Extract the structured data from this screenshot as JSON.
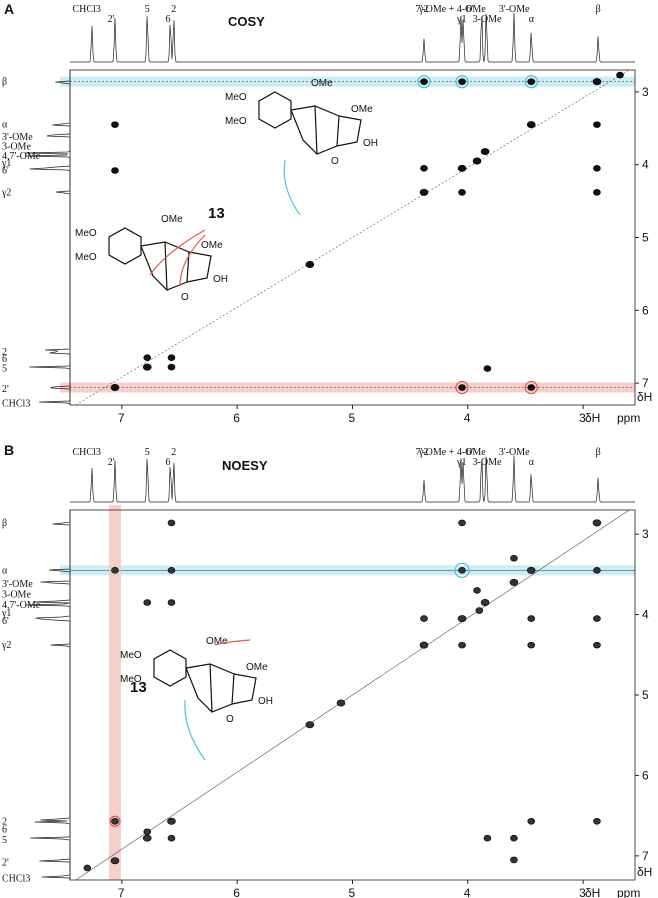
{
  "panels": [
    {
      "id": "A",
      "label": "A",
      "title": "COSY",
      "compound": "13",
      "x_unit": "ppm",
      "axis_symbol": "δH",
      "x_ticks": [
        "7",
        "6",
        "5",
        "4",
        "3"
      ],
      "y_ticks": [
        "3",
        "4",
        "5",
        "6",
        "7"
      ],
      "top_labels": [
        "CHCl3",
        "2'",
        "5",
        "6",
        "2",
        "7'-OMe + 4-OMe",
        "γ2",
        "γ1",
        "6'",
        "3-OMe",
        "3'-OMe",
        "α",
        "β"
      ],
      "left_labels": [
        "β",
        "α",
        "3'-OMe",
        "3-OMe",
        "4,7'-OMe",
        "γ1",
        "6'",
        "γ2",
        "2",
        "6",
        "5",
        "2'",
        "CHCl3"
      ]
    },
    {
      "id": "B",
      "label": "B",
      "title": "NOESY",
      "compound": "13",
      "x_unit": "ppm",
      "axis_symbol": "δH",
      "x_ticks": [
        "7",
        "6",
        "5",
        "4",
        "3"
      ],
      "y_ticks": [
        "3",
        "4",
        "5",
        "6",
        "7"
      ],
      "top_labels": [
        "CHCl3",
        "2'",
        "5",
        "6",
        "2",
        "7'-OMe + 4-OMe",
        "γ2",
        "γ1",
        "6'",
        "3-OMe",
        "3'-OMe",
        "α",
        "β"
      ],
      "left_labels": [
        "β",
        "α",
        "3'-OMe",
        "3-OMe",
        "4,7'-OMe",
        "γ1",
        "6'",
        "γ2",
        "2",
        "6",
        "5",
        "2'",
        "CHCl3"
      ]
    }
  ],
  "colors": {
    "cyan": "#4fc3d9",
    "red": "#e05a4f",
    "cyan_band": "#bfe9f1",
    "red_band": "#f6c3bd"
  },
  "chart_data": [
    {
      "type": "scatter",
      "title": "COSY",
      "xlabel": "δH ppm",
      "ylabel": "δH",
      "xlim": [
        7.45,
        2.55
      ],
      "ylim": [
        2.7,
        7.3
      ],
      "x_axis": "reversed",
      "cross_peaks": [
        {
          "x": 7.06,
          "y": 3.45
        },
        {
          "x": 7.06,
          "y": 4.08
        },
        {
          "x": 7.06,
          "y": 7.06
        },
        {
          "x": 6.78,
          "y": 6.65
        },
        {
          "x": 6.78,
          "y": 6.78
        },
        {
          "x": 6.57,
          "y": 6.65
        },
        {
          "x": 6.57,
          "y": 6.78
        },
        {
          "x": 5.37,
          "y": 5.37
        },
        {
          "x": 4.38,
          "y": 2.86
        },
        {
          "x": 4.38,
          "y": 4.05
        },
        {
          "x": 4.38,
          "y": 4.38
        },
        {
          "x": 4.05,
          "y": 2.86
        },
        {
          "x": 4.05,
          "y": 4.05
        },
        {
          "x": 4.05,
          "y": 4.38
        },
        {
          "x": 4.05,
          "y": 7.06
        },
        {
          "x": 3.92,
          "y": 3.95
        },
        {
          "x": 3.85,
          "y": 3.82
        },
        {
          "x": 3.83,
          "y": 6.8
        },
        {
          "x": 3.45,
          "y": 2.86
        },
        {
          "x": 3.45,
          "y": 3.45
        },
        {
          "x": 3.45,
          "y": 7.06
        },
        {
          "x": 2.88,
          "y": 2.86
        },
        {
          "x": 2.88,
          "y": 3.45
        },
        {
          "x": 2.88,
          "y": 4.05
        },
        {
          "x": 2.88,
          "y": 4.38
        },
        {
          "x": 2.68,
          "y": 2.77
        }
      ],
      "highlight_rows": [
        2.86,
        7.06
      ],
      "grid": false
    },
    {
      "type": "scatter",
      "title": "NOESY",
      "xlabel": "δH ppm",
      "ylabel": "δH",
      "xlim": [
        7.45,
        2.55
      ],
      "ylim": [
        2.7,
        7.3
      ],
      "x_axis": "reversed",
      "cross_peaks": [
        {
          "x": 7.06,
          "y": 3.45
        },
        {
          "x": 7.06,
          "y": 6.57
        },
        {
          "x": 7.06,
          "y": 7.06
        },
        {
          "x": 7.3,
          "y": 7.15
        },
        {
          "x": 6.78,
          "y": 3.85
        },
        {
          "x": 6.78,
          "y": 6.7
        },
        {
          "x": 6.78,
          "y": 6.78
        },
        {
          "x": 6.57,
          "y": 2.86
        },
        {
          "x": 6.57,
          "y": 3.45
        },
        {
          "x": 6.57,
          "y": 3.85
        },
        {
          "x": 6.57,
          "y": 6.57
        },
        {
          "x": 6.57,
          "y": 6.78
        },
        {
          "x": 5.37,
          "y": 5.37
        },
        {
          "x": 5.1,
          "y": 5.1
        },
        {
          "x": 4.38,
          "y": 4.05
        },
        {
          "x": 4.38,
          "y": 4.38
        },
        {
          "x": 4.05,
          "y": 2.86
        },
        {
          "x": 4.05,
          "y": 3.45
        },
        {
          "x": 4.05,
          "y": 4.05
        },
        {
          "x": 4.05,
          "y": 4.38
        },
        {
          "x": 3.92,
          "y": 3.7
        },
        {
          "x": 3.9,
          "y": 3.95
        },
        {
          "x": 3.85,
          "y": 3.85
        },
        {
          "x": 3.83,
          "y": 6.78
        },
        {
          "x": 3.6,
          "y": 3.6
        },
        {
          "x": 3.6,
          "y": 3.3
        },
        {
          "x": 3.6,
          "y": 6.78
        },
        {
          "x": 3.6,
          "y": 7.05
        },
        {
          "x": 3.45,
          "y": 3.45
        },
        {
          "x": 3.45,
          "y": 4.05
        },
        {
          "x": 3.45,
          "y": 4.38
        },
        {
          "x": 3.45,
          "y": 6.57
        },
        {
          "x": 2.88,
          "y": 2.86
        },
        {
          "x": 2.88,
          "y": 3.45
        },
        {
          "x": 2.88,
          "y": 4.05
        },
        {
          "x": 2.88,
          "y": 4.38
        },
        {
          "x": 2.88,
          "y": 6.57
        }
      ],
      "highlight_rows": [
        3.45
      ],
      "highlight_cols": [
        7.06
      ],
      "grid": false
    }
  ]
}
